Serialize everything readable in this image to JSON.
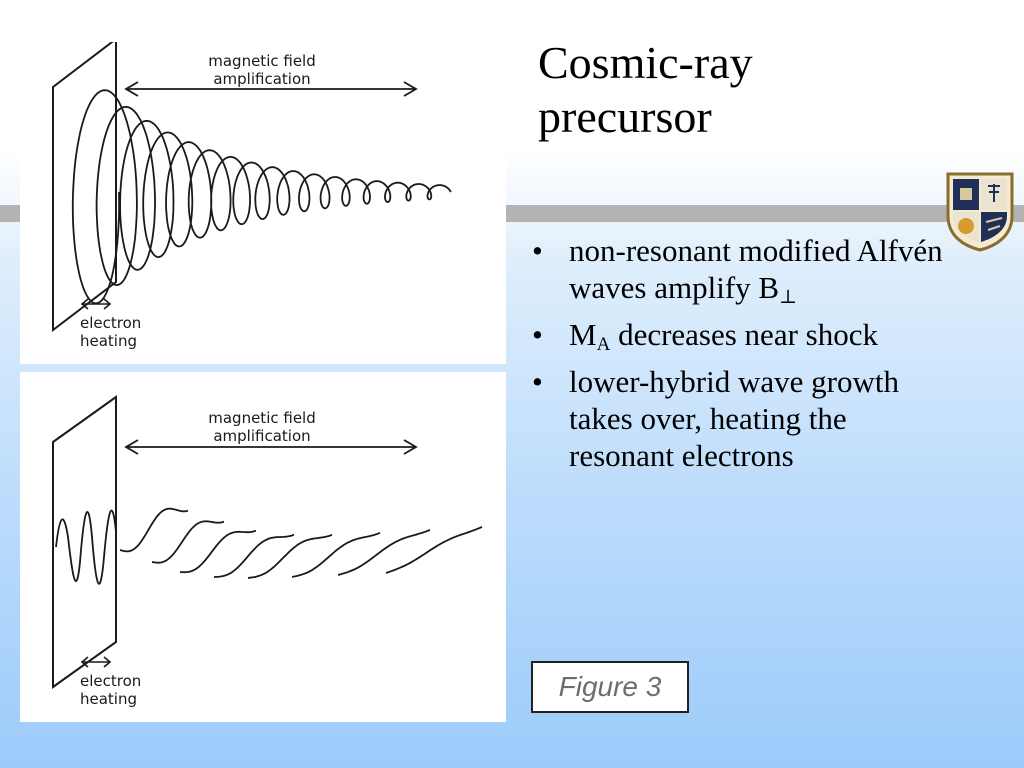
{
  "slide": {
    "title": "Cosmic-ray precursor",
    "bullets": [
      {
        "text": "non-resonant modified Alfvén waves amplify B",
        "subscript": "⊥"
      },
      {
        "prefix": "M",
        "subscript": "A",
        "text": " decreases near shock"
      },
      {
        "text": "lower-hybrid wave growth takes over, heating the resonant electrons"
      }
    ],
    "figure_caption": "Figure 3"
  },
  "diagram_top": {
    "label_amplification_line1": "magnetic  field",
    "label_amplification_line2": "amplification",
    "label_heating_line1": "electron",
    "label_heating_line2": "heating"
  },
  "diagram_bottom": {
    "label_amplification_line1": "magnetic  field",
    "label_amplification_line2": "amplification",
    "label_heating_line1": "electron",
    "label_heating_line2": "heating"
  },
  "colors": {
    "stripe": "#b3b3b3",
    "ink": "#1a1a1a",
    "caption_text": "#6d6d6d"
  },
  "icons": {
    "logo": "university-crest-icon"
  }
}
